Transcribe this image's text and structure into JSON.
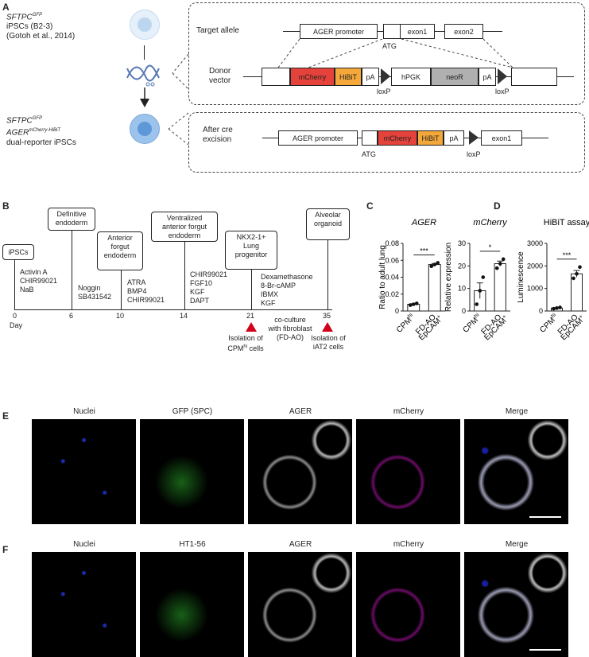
{
  "panels": {
    "a": "A",
    "b": "B",
    "c": "C",
    "d": "D",
    "e": "E",
    "f": "F"
  },
  "panelA": {
    "cell1_gene": "SFTPC",
    "cell1_sup": "GFP",
    "cell1_line2": "iPSCs (B2-3)",
    "cell1_line3": "(Gotoh et al., 2014)",
    "cell2_gene1": "SFTPC",
    "cell2_sup1": "GFP",
    "cell2_gene2": "AGER",
    "cell2_sup2": "mCherry-HiBiT",
    "cell2_line3": "dual-reporter iPSCs",
    "target_allele": "Target allele",
    "donor_vector_1": "Donor",
    "donor_vector_2": "vector",
    "after_cre_1": "After cre",
    "after_cre_2": "excision",
    "ager_promoter": "AGER promoter",
    "exon1": "exon1",
    "exon2": "exon2",
    "atg": "ATG",
    "mcherry": "mCherry",
    "hibit": "HiBiT",
    "pa": "pA",
    "hpgk": "hPGK",
    "neor": "neoR",
    "loxp": "loxP",
    "colors": {
      "mcherry": "#e5423b",
      "hibit": "#f4a83a",
      "neor": "#b0b0b0",
      "cell1": "#cfe4f6",
      "cell2": "#7fb2e5"
    }
  },
  "panelB": {
    "day_label": "Day",
    "days": [
      "0",
      "6",
      "10",
      "14",
      "21",
      "35"
    ],
    "stages": [
      "iPSCs",
      "Definitive endoderm",
      "Anterior forgut endoderm",
      "Ventralized anterior forgut endoderm",
      "NKX2-1+ Lung progenitor",
      "Alveolar organoid"
    ],
    "factors": [
      [
        "Activin A",
        "CHIR99021",
        "NaB"
      ],
      [
        "Noggin",
        "SB431542"
      ],
      [
        "ATRA",
        "BMP4",
        "CHIR99021"
      ],
      [
        "CHIR99021",
        "FGF10",
        "KGF",
        "DAPT"
      ],
      [
        "Dexamethasone",
        "8-Br-cAMP",
        "IBMX",
        "KGF"
      ]
    ],
    "coculture": [
      "co-culture",
      "with fibroblast",
      "(FD-AO)"
    ],
    "isolation1_line1": "Isolation of",
    "isolation1_line2": "CPM",
    "isolation1_sup": "hi",
    "isolation1_tail": " cells",
    "isolation2_line1": "Isolation of",
    "isolation2_line2": "iAT2 cells",
    "marker_color": "#d0021b"
  },
  "chart_data": [
    {
      "type": "bar",
      "title": "AGER",
      "ylabel": "Ratio to adult lung",
      "ylim": [
        0,
        0.08
      ],
      "yticks": [
        "0",
        "0.02",
        "0.04",
        "0.06",
        "0.08"
      ],
      "categories": [
        "CPMhi",
        "FD-AO EpCAM+"
      ],
      "values": [
        0.008,
        0.055
      ],
      "points": [
        [
          0.007,
          0.008,
          0.009
        ],
        [
          0.053,
          0.055,
          0.057
        ]
      ],
      "significance": "***"
    },
    {
      "type": "bar",
      "title": "mCherry",
      "ylabel": "Relative expression",
      "ylim": [
        0,
        30
      ],
      "yticks": [
        "0",
        "10",
        "20",
        "30"
      ],
      "categories": [
        "CPMhi",
        "FD-AO EpCAM+"
      ],
      "values": [
        9,
        21
      ],
      "points": [
        [
          3,
          9,
          15
        ],
        [
          19,
          21,
          23
        ]
      ],
      "significance": "*"
    },
    {
      "type": "bar",
      "title": "HiBiT assay",
      "ylabel": "Luminescence",
      "ylim": [
        0,
        3000
      ],
      "yticks": [
        "0",
        "1000",
        "2000",
        "3000"
      ],
      "categories": [
        "CPMhi",
        "FD-AO EpCAM+"
      ],
      "values": [
        130,
        1650
      ],
      "points": [
        [
          100,
          130,
          160
        ],
        [
          1450,
          1650,
          1950
        ]
      ],
      "significance": "***"
    }
  ],
  "xlabels": {
    "cpm": "CPM",
    "cpm_sup": "hi",
    "fdao": "FD-AO",
    "epcam": "EpCAM",
    "epcam_sup": "+"
  },
  "panelE": {
    "titles": [
      "Nuclei",
      "GFP (SPC)",
      "AGER",
      "mCherry",
      "Merge"
    ]
  },
  "panelF": {
    "titles": [
      "Nuclei",
      "HT1-56",
      "AGER",
      "mCherry",
      "Merge"
    ]
  }
}
